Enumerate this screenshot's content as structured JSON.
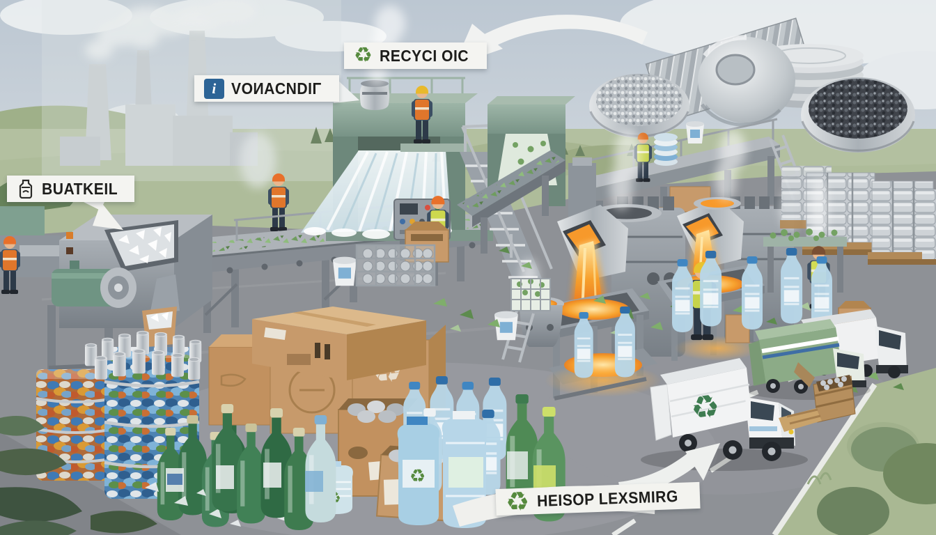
{
  "scene_title": "Recycling process illustration",
  "labels": {
    "recycling": "RECYCI OIC",
    "washing": "VOИACNDIΓ",
    "crusher": "BUATKEIL",
    "collection": "HEISOP LEXSMIRG"
  },
  "glyphs": {
    "recycle": "♻",
    "info": "i"
  },
  "colors": {
    "label_background": "#f4f4f1",
    "label_text": "#1d1d1b",
    "recycle_green": "#568a3e",
    "info_blue": "#2d6496",
    "machine_sage": "#8aa89a",
    "molten_orange": "#f29a2a",
    "sky": "#c7d0d8",
    "asphalt": "#8e9196",
    "grass": "#a9b893",
    "cardboard": "#c79a6b"
  }
}
